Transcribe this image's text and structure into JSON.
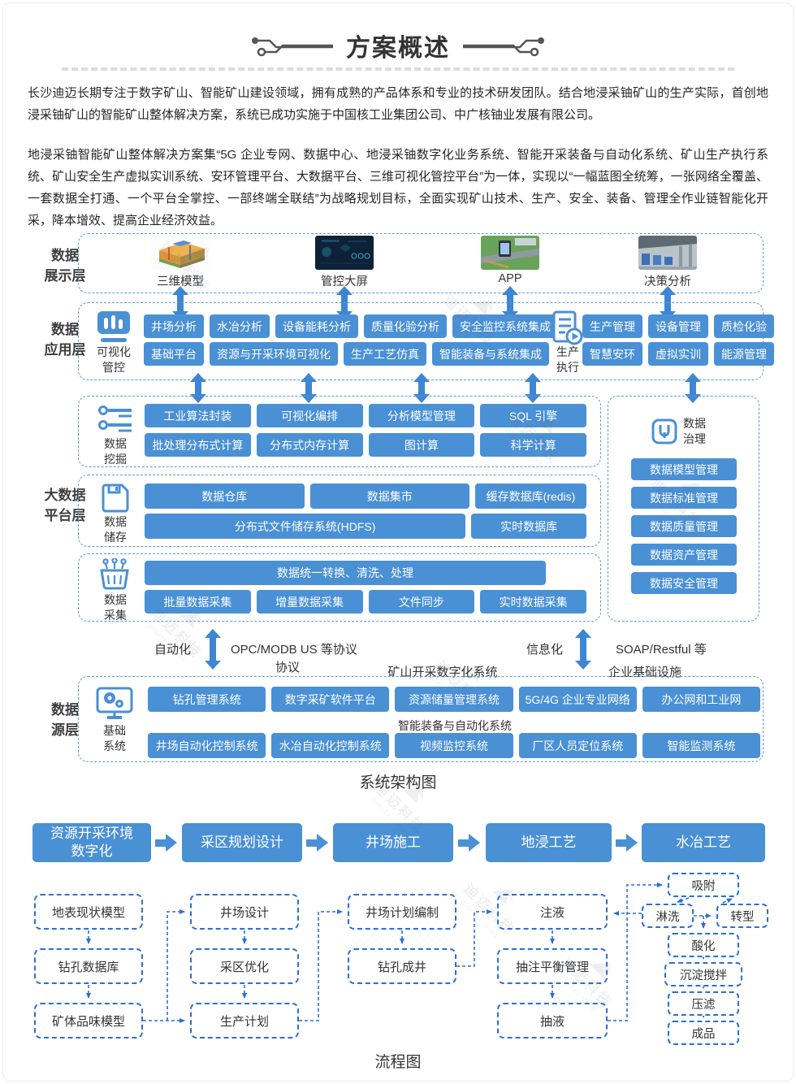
{
  "header": {
    "title": "方案概述"
  },
  "intro": {
    "p1": "长沙迪迈长期专注于数字矿山、智能矿山建设领域，拥有成熟的产品体系和专业的技术研发团队。结合地浸采铀矿山的生产实际，首创地浸采铀矿山的智能矿山整体解决方案，系统已成功实施于中国核工业集团公司、中广核铀业发展有限公司。",
    "p2": "地浸采铀智能矿山整体解决方案集“5G 企业专网、数据中心、地浸采铀数字化业务系统、智能开采装备与自动化系统、矿山生产执行系统、矿山安全生产虚拟实训系统、安环管理平台、大数据平台、三维可视化管控平台”为一体，实现以“一幅蓝图全统筹，一张网络全覆盖、一套数据全打通、一个平台全掌控、一部终端全联结”为战略规划目标，全面实现矿山技术、生产、安全、装备、管理全作业链智能化开采，降本增效、提高企业经济效益。"
  },
  "colors": {
    "accent": "#4a90d5",
    "dash_border": "#5b9bd5",
    "flow_line": "#2c6fd2"
  },
  "arch": {
    "caption": "系统架构图",
    "display": {
      "label": "数据\n展示层",
      "items": [
        "三维模型",
        "管控大屏",
        "APP",
        "决策分析"
      ]
    },
    "app": {
      "label": "数据\n应用层",
      "viz_label": "可视化\n管控",
      "viz_row1": [
        "井场分析",
        "水冶分析",
        "设备能耗分析",
        "质量化验分析",
        "安全监控系统集成"
      ],
      "viz_row2": [
        "基础平台",
        "资源与开采环境可视化",
        "生产工艺仿真",
        "智能装备与系统集成"
      ],
      "prod_label": "生产\n执行",
      "prod_row1": [
        "生产管理",
        "设备管理",
        "质检化验"
      ],
      "prod_row2": [
        "智慧安环",
        "虚拟实训",
        "能源管理"
      ]
    },
    "bigdata": {
      "label": "大数据\n平台层",
      "mining_label": "数据\n挖掘",
      "mining_row1": [
        "工业算法封装",
        "可视化编排",
        "分析模型管理",
        "SQL 引擎"
      ],
      "mining_row2": [
        "批处理分布式计算",
        "分布式内存计算",
        "图计算",
        "科学计算"
      ],
      "storage_label": "数据\n储存",
      "storage_row1": [
        "数据仓库",
        "数据集市",
        "缓存数据库(redis)"
      ],
      "storage_row2": [
        "分布式文件储存系统(HDFS)",
        "实时数据库"
      ],
      "collect_label": "数据\n采集",
      "collect_row1": [
        "数据统一转换、清洗、处理"
      ],
      "collect_row2": [
        "批量数据采集",
        "增量数据采集",
        "文件同步",
        "实时数据采集"
      ],
      "gov_label": "数据\n治理",
      "gov_items": [
        "数据模型管理",
        "数据标准管理",
        "数据质量管理",
        "数据资产管理",
        "数据安全管理"
      ]
    },
    "connect": {
      "auto_label": "自动化",
      "auto_protocol1": "OPC/MODB US 等协议",
      "auto_protocol2": "协议",
      "mid_label": "矿山开采数字化系统",
      "info_label": "信息化",
      "info_protocol": "SOAP/Restful 等",
      "info_sub": "企业基础设施"
    },
    "source": {
      "label": "数据\n源层",
      "base_label": "基础\n系统",
      "row1": [
        "钻孔管理系统",
        "数字采矿软件平台",
        "资源储量管理系统",
        "5G/4G 企业专业网络",
        "办公网和工业网"
      ],
      "mid_label": "智能装备与自动化系统",
      "row2": [
        "井场自动化控制系统",
        "水冶自动化控制系统",
        "视频监控系统",
        "厂区人员定位系统",
        "智能监测系统"
      ]
    }
  },
  "flow": {
    "caption": "流程图",
    "stages": [
      "资源开采环境\n数字化",
      "采区规划设计",
      "井场施工",
      "地浸工艺",
      "水冶工艺"
    ],
    "col1": [
      "地表现状模型",
      "钻孔数据库",
      "矿体品味模型"
    ],
    "col2": [
      "井场设计",
      "采区优化",
      "生产计划"
    ],
    "col3": [
      "井场计划编制",
      "钻孔成井"
    ],
    "col4": [
      "注液",
      "抽注平衡管理",
      "抽液"
    ],
    "col5": [
      "吸附",
      "淋洗",
      "转型",
      "酸化",
      "沉淀搅拌",
      "压滤",
      "成品"
    ]
  },
  "watermark": {
    "text_cn": "迪迈科技",
    "text_en": "DIGITAL MINE"
  }
}
